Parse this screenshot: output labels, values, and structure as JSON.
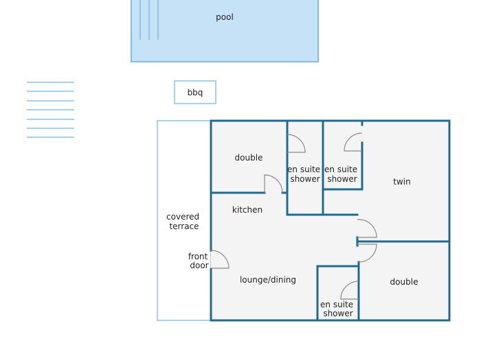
{
  "labels": {
    "pool": "pool",
    "bbq": "bbq",
    "covered_terrace": [
      "covered",
      "terrace"
    ],
    "front_door": [
      "front",
      "door"
    ],
    "double_top": "double",
    "en_suite_1": [
      "en suite",
      "shower"
    ],
    "en_suite_2": [
      "en suite",
      "shower"
    ],
    "twin": "twin",
    "kitchen": "kitchen",
    "lounge_dining": "lounge/dining",
    "double_bottom": "double",
    "en_suite_3": [
      "en suite",
      "shower"
    ]
  },
  "colors": {
    "wall": "#1e6a93",
    "room_fill": "#f4f4f4",
    "pool_fill": "#c5e2f6",
    "pool_edge": "#7fbde6",
    "outline_light": "#a6d1ea",
    "door_line": "#888888",
    "text": "#222222"
  }
}
